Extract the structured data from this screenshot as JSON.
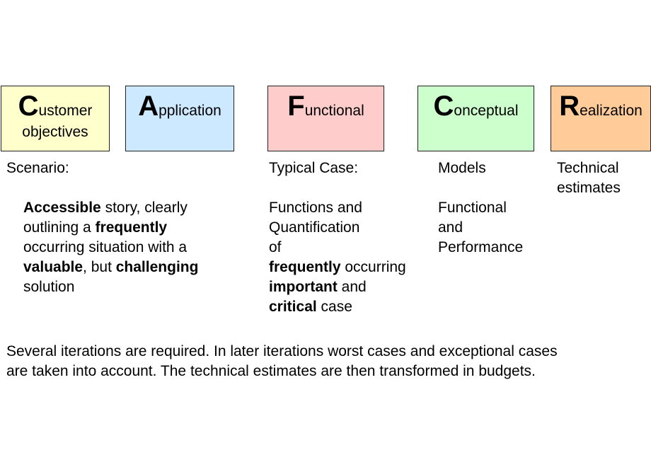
{
  "boxes": [
    {
      "initial": "C",
      "rest": "ustomer",
      "line2": "objectives",
      "color": "#ffffcc"
    },
    {
      "initial": "A",
      "rest": "pplication",
      "line2": "",
      "color": "#cce9ff"
    },
    {
      "initial": "F",
      "rest": "unctional",
      "line2": "",
      "color": "#ffcccc"
    },
    {
      "initial": "C",
      "rest": "onceptual",
      "line2": "",
      "color": "#ccffcc"
    },
    {
      "initial": "R",
      "rest": "ealization",
      "line2": "",
      "color": "#ffcc99"
    }
  ],
  "scenario": {
    "heading": "Scenario:",
    "l1_b": "Accessible",
    "l1_t": " story, clearly",
    "l2_t": "outlining a ",
    "l2_b": "frequently",
    "l3_t": "occurring situation with a",
    "l4_b1": "valuable",
    "l4_t": ", but ",
    "l4_b2": "challenging",
    "l5_t": "solution"
  },
  "typical": {
    "heading": "Typical Case:",
    "l1": "Functions and",
    "l2": "Quantification",
    "l3": "of",
    "l4_b": "frequently",
    "l4_t": " occurring",
    "l5_b": "important",
    "l5_t": " and",
    "l6_b": "critical",
    "l6_t": " case"
  },
  "models": {
    "heading": "Models",
    "l1": "Functional",
    "l2": "and",
    "l3": "Performance"
  },
  "technical": {
    "l1": "Technical",
    "l2": "estimates"
  },
  "footer": {
    "l1": "Several iterations are required. In later iterations worst cases and exceptional cases",
    "l2": "are taken into account. The technical estimates are then transformed in budgets."
  }
}
